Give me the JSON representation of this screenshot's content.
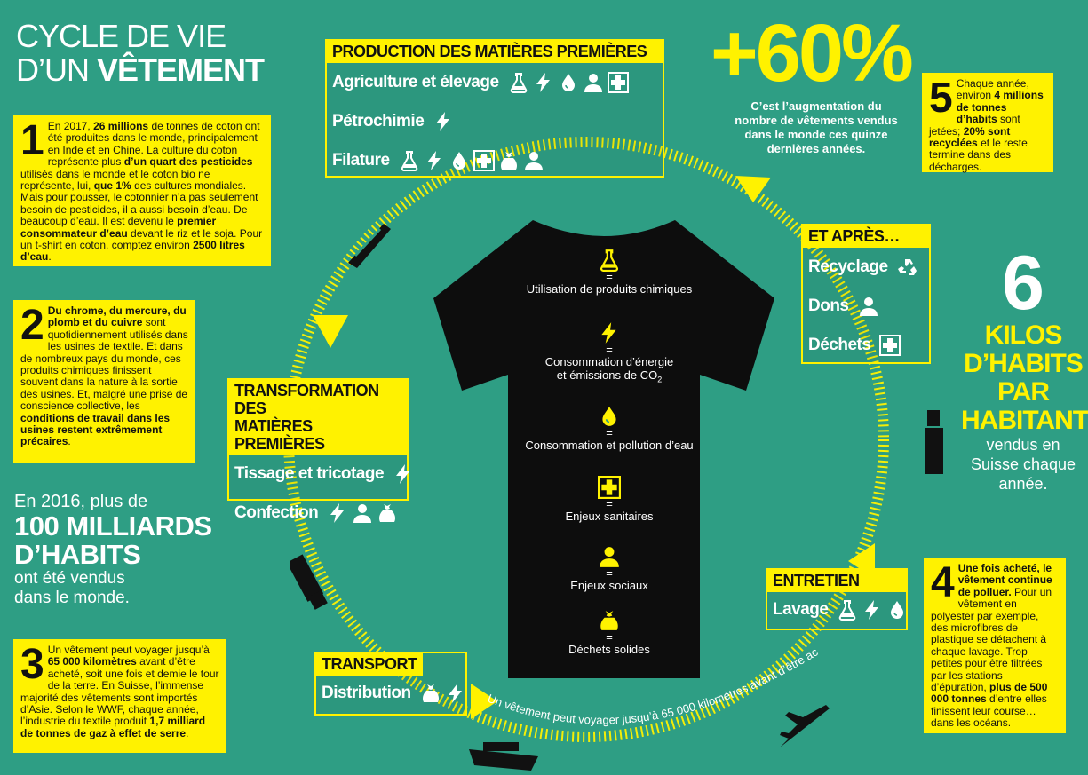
{
  "title": {
    "line1": "CYCLE DE VIE",
    "line2a": "D’UN ",
    "line2b": "VÊTEMENT"
  },
  "box1": {
    "num": "1",
    "parts": [
      "En 2017, ",
      "26 millions",
      " de tonnes de coton ont été produites dans le monde, principalement en Inde et en Chine. La culture du coton représente plus ",
      "d’un quart des pesticides",
      " utilisés dans le monde et le coton bio ne représente, lui, ",
      "que 1%",
      " des cultures mondiales. Mais pour pousser, le cotonnier n’a pas seulement besoin de pesticides, il a aussi besoin d’eau. De beaucoup d’eau. Il est devenu le ",
      "premier consommateur d’eau",
      " devant le riz et le soja. Pour un t-shirt en coton, comptez environ ",
      "2500 litres d’eau",
      "."
    ]
  },
  "box2": {
    "num": "2",
    "parts": [
      "Du chrome, du mercure, du plomb et du cuivre",
      " sont quotidiennement utilisés dans les usines de textile. Et dans de nombreux pays du monde, ces produits chimiques finissent souvent dans la nature à la sortie des usines. Et, malgré une prise de conscience collective, les ",
      "conditions de travail dans les usines restent extrêmement précaires",
      "."
    ]
  },
  "box3": {
    "num": "3",
    "parts": [
      "Un vêtement peut voyager jusqu’à ",
      "65 000 kilomètres",
      " avant d’être acheté, soit une fois et demie le tour de la terre. En Suisse, l’immense majorité des vêtements sont importés d’Asie. Selon le WWF, chaque année, l’industrie du textile produit ",
      "1,7 milliard de tonnes de gaz à effet de serre",
      "."
    ]
  },
  "box4": {
    "num": "4",
    "parts": [
      "Une fois acheté, le vêtement continue de polluer.",
      " Pour un vêtement en polyester par exemple, des microfibres de plastique se détachent à chaque lavage. Trop petites pour être filtrées par les stations d’épuration, ",
      "plus de 500 000 tonnes",
      " d’entre elles finissent leur course… dans les océans."
    ]
  },
  "box5": {
    "num": "5",
    "parts": [
      "Chaque année, environ ",
      "4 millions de tonnes d’habits",
      " sont jetées; ",
      "20% sont recyclées",
      " et le reste termine dans des décharges."
    ]
  },
  "stat2016": {
    "pre": "En 2016, plus de",
    "big1": "100 MILLIARDS",
    "big2": "D’HABITS",
    "post1": "ont été vendus",
    "post2": "dans le monde."
  },
  "stat60": {
    "big": "+60%",
    "text": "C’est l’augmentation du nombre de vêtements vendus dans le monde ces quinze dernières années."
  },
  "stat6": {
    "big": "6",
    "l1": "KILOS",
    "l2": "D’HABITS",
    "l3": "PAR",
    "l4": "HABITANT",
    "s1": "vendus en",
    "s2": "Suisse chaque",
    "s3": "année."
  },
  "production": {
    "header": "PRODUCTION DES MATIÈRES PREMIÈRES",
    "rows": [
      {
        "label": "Agriculture et élevage",
        "icons": [
          "flask-icon",
          "lightning-icon",
          "water-drop-icon",
          "person-icon",
          "cross-icon"
        ]
      },
      {
        "label": "Pétrochimie",
        "icons": [
          "lightning-icon"
        ]
      },
      {
        "label": "Filature",
        "icons": [
          "flask-icon",
          "lightning-icon",
          "water-drop-icon",
          "cross-icon",
          "waste-bag-icon",
          "person-icon"
        ]
      }
    ]
  },
  "transformation": {
    "header1": "TRANSFORMATION DES",
    "header2": "MATIÈRES PREMIÈRES",
    "rows": [
      {
        "label": "Tissage et tricotage",
        "icons": [
          "lightning-icon"
        ]
      },
      {
        "label": "Confection",
        "icons": [
          "lightning-icon",
          "person-icon",
          "waste-bag-icon"
        ]
      }
    ]
  },
  "transport": {
    "header": "TRANSPORT",
    "rows": [
      {
        "label": "Distribution",
        "icons": [
          "waste-bag-icon",
          "lightning-icon"
        ]
      }
    ]
  },
  "entretien": {
    "header": "ENTRETIEN",
    "rows": [
      {
        "label": "Lavage",
        "icons": [
          "flask-icon",
          "lightning-icon",
          "water-drop-icon"
        ]
      }
    ]
  },
  "apres": {
    "header": "ET APRÈS…",
    "rows": [
      {
        "label": "Recyclage",
        "icons": [
          "recycle-icon"
        ]
      },
      {
        "label": "Dons",
        "icons": [
          "person-icon"
        ]
      },
      {
        "label": "Déchets",
        "icons": [
          "cross-icon"
        ]
      }
    ]
  },
  "legend": [
    {
      "icon": "flask-icon",
      "eq": "=",
      "text": "Utilisation de produits chimiques"
    },
    {
      "icon": "lightning-icon",
      "eq": "=",
      "text": "Consommation d’énergie",
      "text2": "et émissions de CO",
      "sub": "2"
    },
    {
      "icon": "water-drop-icon",
      "eq": "=",
      "text": "Consommation et pollution d’eau"
    },
    {
      "icon": "cross-icon",
      "eq": "=",
      "text": "Enjeux sanitaires"
    },
    {
      "icon": "person-icon",
      "eq": "=",
      "text": "Enjeux sociaux"
    },
    {
      "icon": "waste-bag-icon",
      "eq": "=",
      "text": "Déchets solides"
    }
  ],
  "arcText": "Un vêtement peut voyager jusqu’à 65 000 kilomètres avant d’être acheté, soit une fois et demie le tour de la terre",
  "colors": {
    "background": "#2e9e84",
    "accent": "#fff200",
    "shirt": "#0d0d0d"
  }
}
